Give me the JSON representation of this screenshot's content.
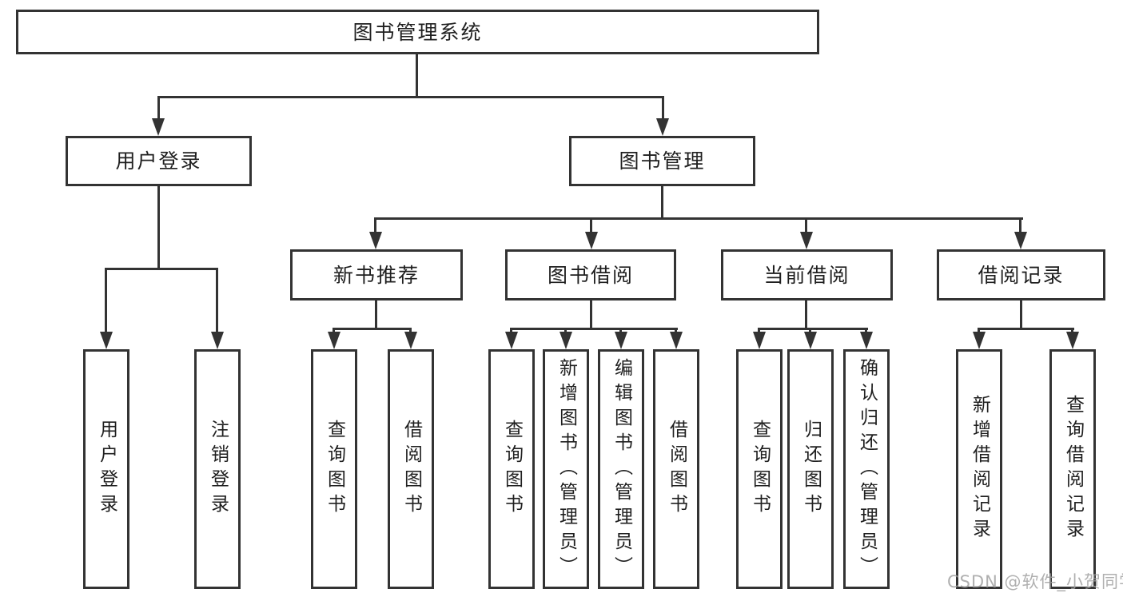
{
  "diagram": {
    "root": {
      "label": "图书管理系统"
    },
    "branches": [
      {
        "label": "用户登录",
        "children": [
          {
            "label": "用户登录"
          },
          {
            "label": "注销登录"
          }
        ]
      },
      {
        "label": "图书管理",
        "children": [
          {
            "label": "新书推荐",
            "children": [
              {
                "label": "查询图书"
              },
              {
                "label": "借阅图书"
              }
            ]
          },
          {
            "label": "图书借阅",
            "children": [
              {
                "label": "查询图书"
              },
              {
                "label": "新增图书（管理员）"
              },
              {
                "label": "编辑图书（管理员）"
              },
              {
                "label": "借阅图书"
              }
            ]
          },
          {
            "label": "当前借阅",
            "children": [
              {
                "label": "查询图书"
              },
              {
                "label": "归还图书"
              },
              {
                "label": "确认归还（管理员）"
              }
            ]
          },
          {
            "label": "借阅记录",
            "children": [
              {
                "label": "新增借阅记录"
              },
              {
                "label": "查询借阅记录"
              }
            ]
          }
        ]
      }
    ]
  },
  "watermark": {
    "text": "CSDN @软件_小贺同学"
  },
  "colors": {
    "line": "#333333",
    "text": "#1f1f1f",
    "background": "#ffffff",
    "watermark": "#a3a3a3"
  }
}
